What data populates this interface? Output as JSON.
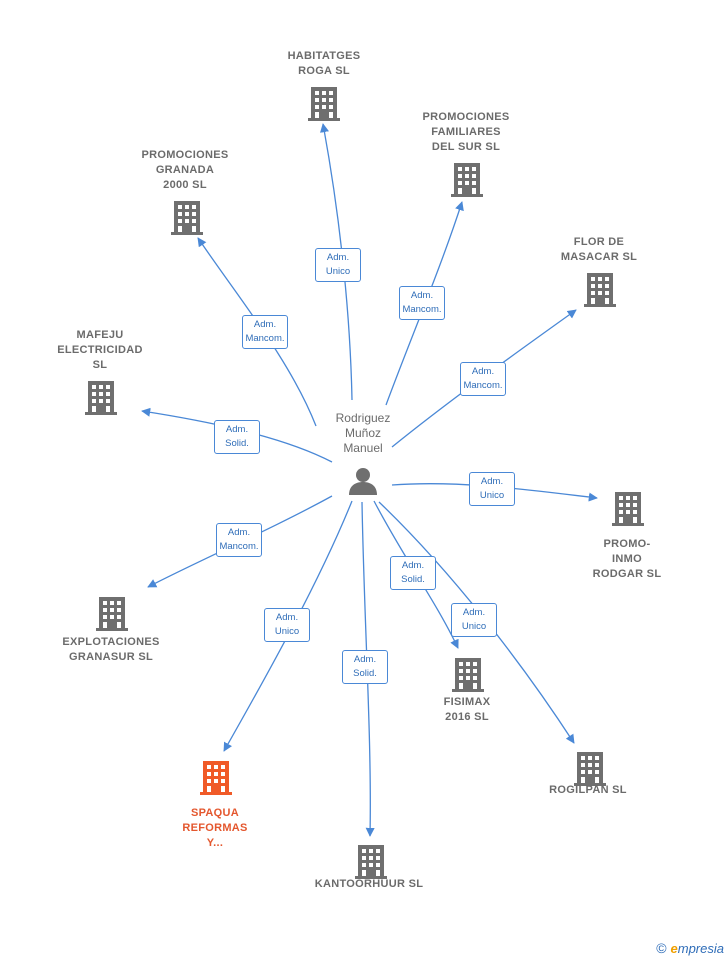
{
  "center": {
    "name": "Rodriguez\nMuñoz\nManuel"
  },
  "nodes": [
    {
      "name": "HABITATGES\nROGA SL",
      "highlight": false
    },
    {
      "name": "PROMOCIONES\nFAMILIARES\nDEL SUR SL",
      "highlight": false
    },
    {
      "name": "PROMOCIONES\nGRANADA\n2000 SL",
      "highlight": false
    },
    {
      "name": "FLOR DE\nMASACAR SL",
      "highlight": false
    },
    {
      "name": "MAFEJU\nELECTRICIDAD\nSL",
      "highlight": false
    },
    {
      "name": "PROMO-\nINMO\nRODGAR SL",
      "highlight": false
    },
    {
      "name": "EXPLOTACIONES\nGRANASUR SL",
      "highlight": false
    },
    {
      "name": "FISIMAX\n2016 SL",
      "highlight": false
    },
    {
      "name": "ROGILPAN SL",
      "highlight": false
    },
    {
      "name": "SPAQUA\nREFORMAS\nY...",
      "highlight": true
    },
    {
      "name": "KANTOORHUUR SL",
      "highlight": false
    }
  ],
  "edges": [
    {
      "to": 0,
      "label": "Adm.\nUnico"
    },
    {
      "to": 1,
      "label": "Adm.\nMancom."
    },
    {
      "to": 2,
      "label": "Adm.\nMancom."
    },
    {
      "to": 3,
      "label": "Adm.\nMancom."
    },
    {
      "to": 4,
      "label": "Adm.\nSolid."
    },
    {
      "to": 5,
      "label": "Adm.\nUnico"
    },
    {
      "to": 6,
      "label": "Adm.\nMancom."
    },
    {
      "to": 7,
      "label": "Adm.\nSolid."
    },
    {
      "to": 8,
      "label": "Adm.\nUnico"
    },
    {
      "to": 9,
      "label": "Adm.\nUnico"
    },
    {
      "to": 10,
      "label": "Adm.\nSolid."
    }
  ],
  "colors": {
    "edge": "#4a88d6",
    "building": "#6f6f6f",
    "building_highlight": "#f05a28",
    "person": "#6f6f6f"
  },
  "brand": {
    "copyright": "©",
    "first": "e",
    "rest": "mpresia"
  }
}
